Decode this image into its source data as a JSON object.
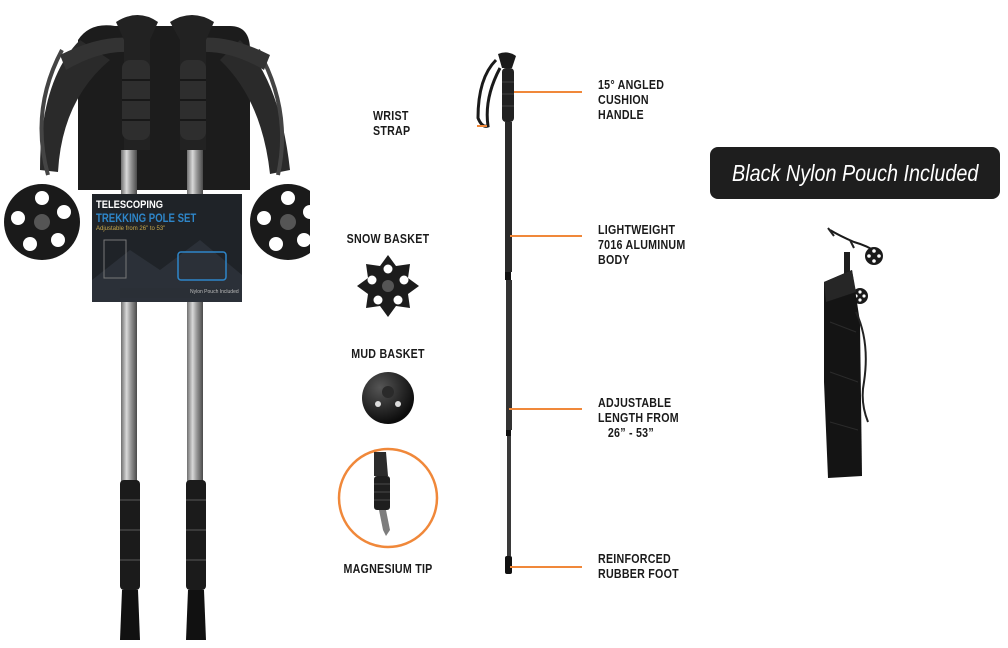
{
  "package": {
    "line1": "TELESCOPING",
    "line2": "TREKKING POLE SET",
    "subtitle": "Adjustable from 26\" to 53\"",
    "pouch_note": "Nylon Pouch Included"
  },
  "callouts": {
    "wrist_strap": [
      "WRIST",
      "STRAP"
    ],
    "handle": [
      "15° ANGLED",
      "CUSHION",
      "HANDLE"
    ],
    "body": [
      "LIGHTWEIGHT",
      "7016 ALUMINUM",
      "BODY"
    ],
    "length": [
      "ADJUSTABLE",
      "LENGTH FROM",
      "26” - 53”"
    ],
    "foot": [
      "REINFORCED",
      "RUBBER FOOT"
    ]
  },
  "accessories": {
    "snow_basket": "SNOW BASKET",
    "mud_basket": "MUD BASKET",
    "tip": "MAGNESIUM TIP"
  },
  "pouch_badge": "Black Nylon Pouch Included",
  "colors": {
    "accent": "#f0883a",
    "badge_bg": "#1e1e1e",
    "package_bg": "#1f2328",
    "package_blue": "#2e86c9"
  }
}
